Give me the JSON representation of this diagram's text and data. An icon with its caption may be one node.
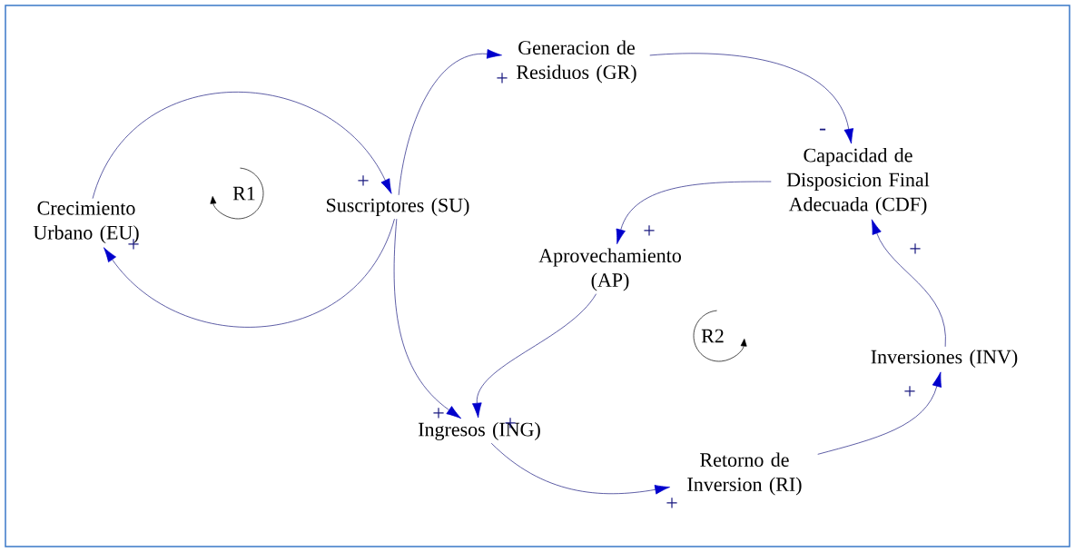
{
  "diagram": {
    "nodes": [
      {
        "text": [
          "Crecimiento Urbano (EU)"
        ]
      },
      {
        "text": [
          "Suscriptores (SU)"
        ]
      },
      {
        "text": [
          "Generacion de Residuos (GR)"
        ]
      },
      {
        "text": [
          "Capacidad de Disposicion Final Adecuada (CDF)"
        ]
      },
      {
        "text": [
          "Aprovechamiento (AP)"
        ]
      },
      {
        "text": [
          "Ingresos (ING)"
        ]
      },
      {
        "text": [
          "Retorno de Inversion (RI)"
        ]
      },
      {
        "text": [
          "Inversiones (INV)"
        ]
      }
    ],
    "edges": [
      {
        "from": 0,
        "to": 1,
        "arrow": "to",
        "label": "+"
      },
      {
        "from": 1,
        "to": 0,
        "arrow": "to",
        "label": "+"
      },
      {
        "from": 1,
        "to": 2,
        "arrow": "to",
        "label": "+"
      },
      {
        "from": 2,
        "to": 3,
        "arrow": "to",
        "label": "-"
      },
      {
        "from": 3,
        "to": 4,
        "arrow": "to",
        "label": "+"
      },
      {
        "from": 1,
        "to": 5,
        "arrow": "to",
        "label": "+"
      },
      {
        "from": 4,
        "to": 5,
        "arrow": "to",
        "label": "+"
      },
      {
        "from": 5,
        "to": 6,
        "arrow": "to",
        "label": "+"
      },
      {
        "from": 6,
        "to": 7,
        "arrow": "to",
        "label": "+"
      },
      {
        "from": 7,
        "to": 3,
        "arrow": "to",
        "label": "+"
      }
    ],
    "labels": [
      "R1",
      "R2"
    ]
  }
}
